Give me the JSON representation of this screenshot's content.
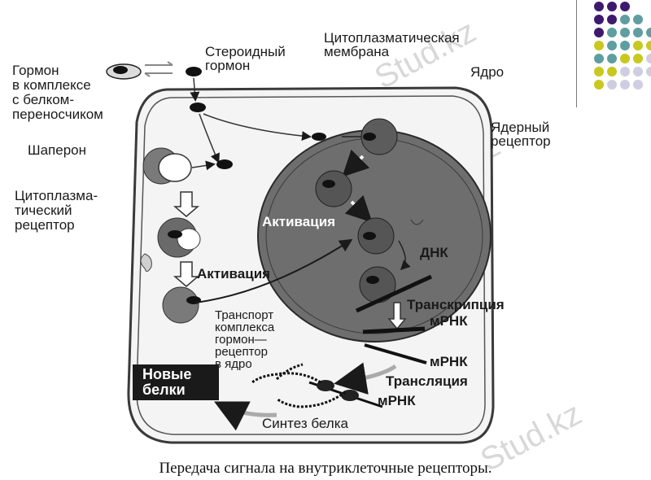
{
  "labels": {
    "hormone_complex": "Гормон\nв комплексе\nс белком-\nпереносчиком",
    "steroid_hormone": "Стероидный\nгормон",
    "membrane": "Цитоплазматическая\nмембрана",
    "nucleus": "Ядро",
    "chaperone": "Шаперон",
    "nuclear_receptor": "Ядерный\nрецептор",
    "cyto_receptor": "Цитоплазма-\nтический\nрецептор",
    "activation_nuclear": "Активация",
    "activation_cyto": "Активация",
    "dna": "ДНК",
    "transcription": "Транскрипция",
    "mrna_1": "мРНК",
    "mrna_2": "мРНК",
    "mrna_3": "мРНК",
    "translation": "Трансляция",
    "transport": "Транспорт\nкомплекса\nгормон—\nрецептор\nв ядро",
    "new_proteins": "Новые\nбелки",
    "protein_synthesis": "Синтез белка"
  },
  "caption": "Передача сигнала на внутриклеточные рецепторы.",
  "watermark": "Stud.kz",
  "decor": {
    "purple": "#3d1a6e",
    "teal": "#5f9ea0",
    "olive": "#c8c81e",
    "lavender": "#cfcde2"
  }
}
